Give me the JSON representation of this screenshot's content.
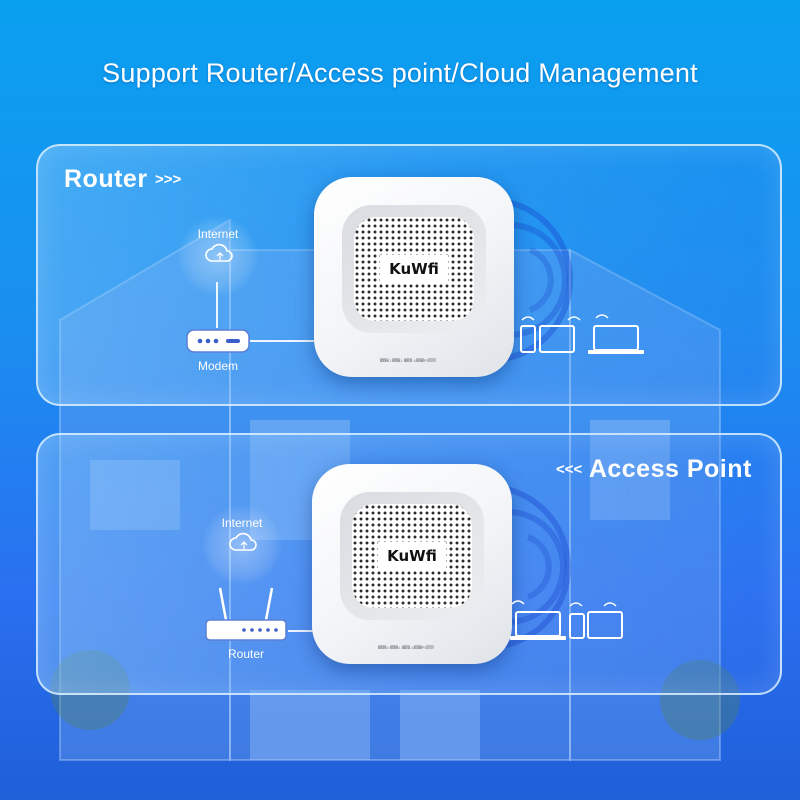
{
  "headline": "Support Router/Access point/Cloud Management",
  "router_section": {
    "title": "Router",
    "arrows": ">>>",
    "cloud_label": "Internet",
    "gateway_label": "Modem",
    "device_logo": "KuWfi"
  },
  "ap_section": {
    "title": "Access Point",
    "arrows": "<<<",
    "cloud_label": "Internet",
    "gateway_label": "Router",
    "device_logo": "KuWfi"
  },
  "port_labels": "ETHO ETH1 SE 2.4G WPS",
  "colors": {
    "background_top": "#0aa0f0",
    "background_bottom": "#1f5fd8",
    "panel_border": "#dcf0ff",
    "text": "#ffffff"
  },
  "icons": [
    "cloud-icon",
    "modem-icon",
    "router-icon",
    "phone-icon",
    "tablet-icon",
    "laptop-icon",
    "wifi-signal-icon"
  ]
}
